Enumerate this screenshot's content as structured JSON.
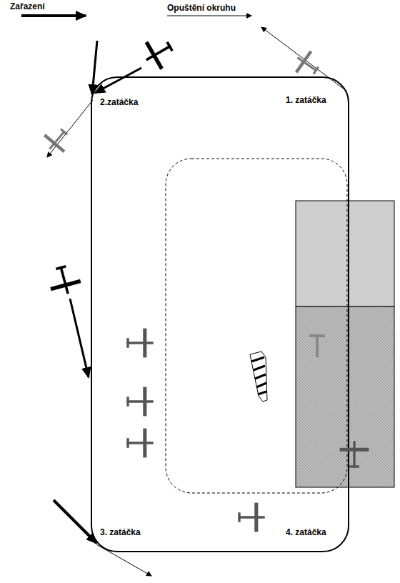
{
  "diagram": {
    "labels": [
      "Zařazení",
      "Opuštění okruhu",
      "2.zatáčka",
      "1. zatáčka",
      "3. zatáčka",
      "4. zatáčka"
    ]
  }
}
